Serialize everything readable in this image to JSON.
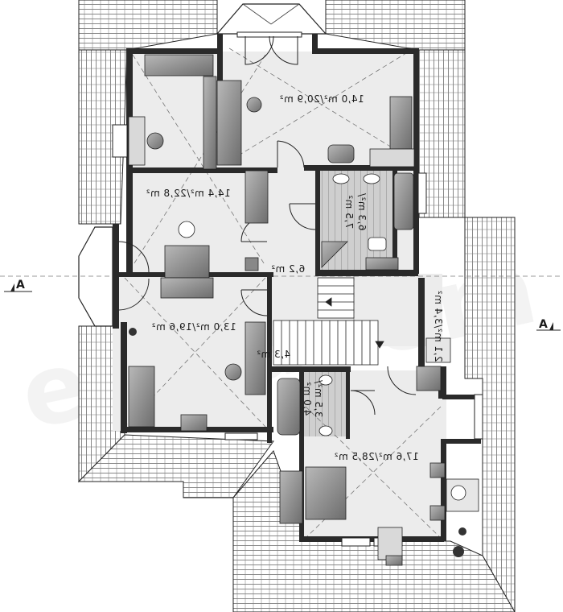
{
  "plan": {
    "section_marker": "A",
    "watermark": "extradom",
    "rooms": [
      {
        "id": "room-top",
        "label": "14,0 m²/20,9 m²"
      },
      {
        "id": "room-left-upper",
        "label": "14,4 m²/22,8 m²"
      },
      {
        "id": "bath-upper",
        "label_a": "6,3 m²/",
        "label_b": "7,5 m²"
      },
      {
        "id": "hall",
        "label": "6,2 m²"
      },
      {
        "id": "room-left-lower",
        "label": "13,0 m²/19,6 m²"
      },
      {
        "id": "stair",
        "label": "4,3 m²"
      },
      {
        "id": "closet",
        "label": "2,1 m²/3,4 m²"
      },
      {
        "id": "bath-lower",
        "label_a": "3,5 m²/",
        "label_b": "4,0 m²"
      },
      {
        "id": "room-bottom",
        "label": "17,6 m²/28,5 m²"
      }
    ]
  }
}
